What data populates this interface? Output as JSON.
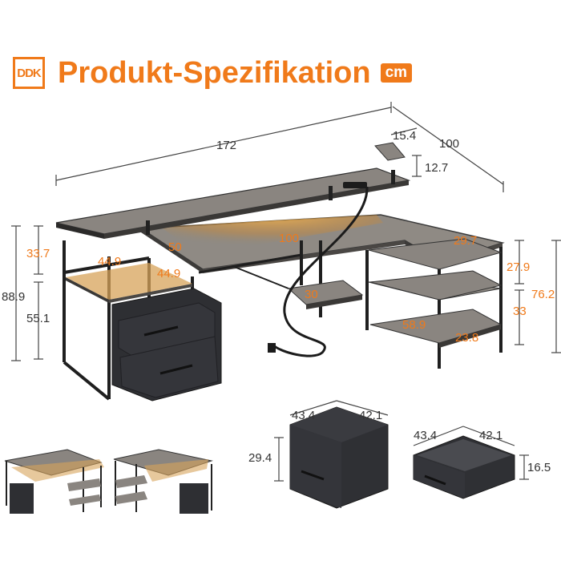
{
  "header": {
    "logo_text": "DDK",
    "title": "Produkt-Spezifikation",
    "unit_badge": "cm"
  },
  "colors": {
    "accent": "#f07a1a",
    "dimension_dark": "#333333",
    "desktop_gray": "#8a8580",
    "frame_black": "#1f1f1f",
    "drawer_fabric": "#2e2f33",
    "led_glow": "#f2b554"
  },
  "dimensions": {
    "total_length": "172",
    "top_shelf_depth": "15.4",
    "side_length": "100",
    "riser_height": "12.7",
    "desk_depth": "50",
    "main_length": "100",
    "shelf_width": "29.7",
    "left_upper_height": "33.7",
    "cabinet_width": "44.9",
    "cabinet_depth": "44.9",
    "left_total_height": "88.9",
    "left_lower_height": "55.1",
    "shelf_gap_top": "27.9",
    "right_total_height": "76.2",
    "shelf_gap_lower": "33",
    "bottom_shelf_width": "30",
    "side_inner_length": "58.9",
    "bottom_shelf_depth": "23.8"
  },
  "drawers": {
    "large": {
      "width": "43.4",
      "depth": "42.1",
      "height": "29.4"
    },
    "small": {
      "width": "43.4",
      "depth": "42.1",
      "height": "16.5"
    }
  }
}
